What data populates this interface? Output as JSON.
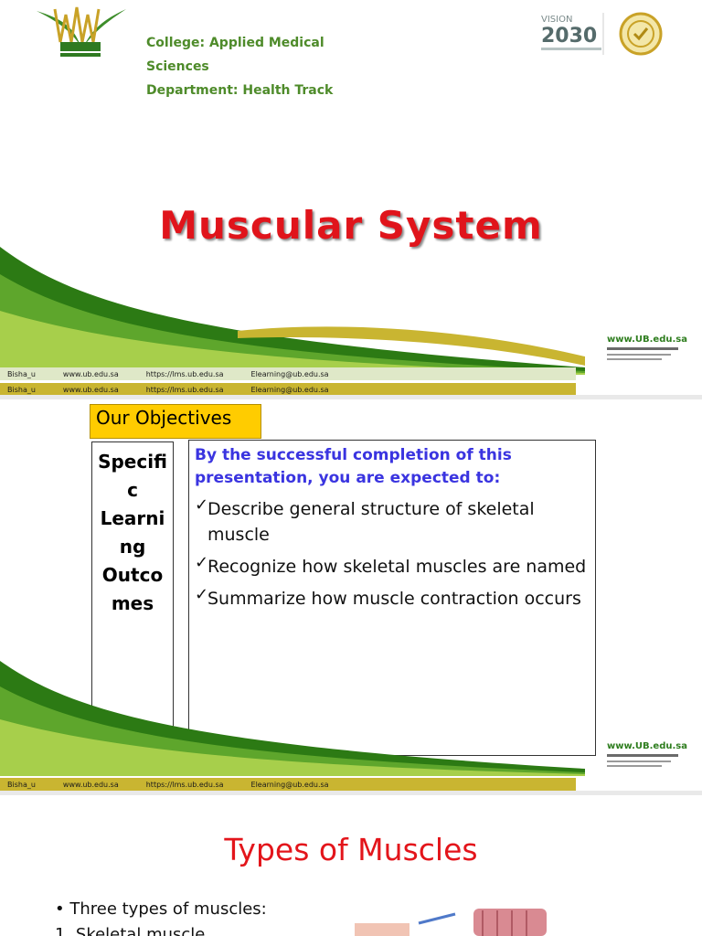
{
  "slide1": {
    "college_line1": "College: Applied Medical",
    "college_line2": "Sciences",
    "department": "Department: Health Track",
    "title": "Muscular System"
  },
  "footer": {
    "social": "Bisha_u",
    "website": "www.ub.edu.sa",
    "lms": "https://lms.ub.edu.sa",
    "email": "Elearning@ub.edu.sa"
  },
  "brand": {
    "www": "www.UB.edu.sa"
  },
  "slide2": {
    "header": "Our Objectives",
    "slo_lines": [
      "Specifi",
      "c",
      "Learni",
      "ng",
      "Outco",
      "mes"
    ],
    "intro": "By the successful completion of this presentation, you are expected to:",
    "check_mark": "✓",
    "bullets": [
      "Describe general structure of skeletal muscle",
      "Recognize how skeletal muscles are named",
      "Summarize how muscle contraction occurs"
    ]
  },
  "slide3": {
    "title": "Types of Muscles",
    "bullet": "• Three types of muscles:",
    "numbered_1": "1. Skeletal muscle"
  },
  "colors": {
    "title_red": "#e0141b",
    "college_green": "#4e8b2a",
    "objective_yellow": "#ffcc00",
    "intro_blue": "#3a34e0",
    "swoosh_green": "#2c7a14",
    "swoosh_gold": "#c9b531"
  },
  "icons": [
    "uob-logo-icon",
    "vision-2030-icon",
    "accreditation-seal-icon",
    "twitter-icon",
    "instagram-icon",
    "globe-icon",
    "laptop-icon",
    "mail-icon",
    "checkmark-icon"
  ]
}
